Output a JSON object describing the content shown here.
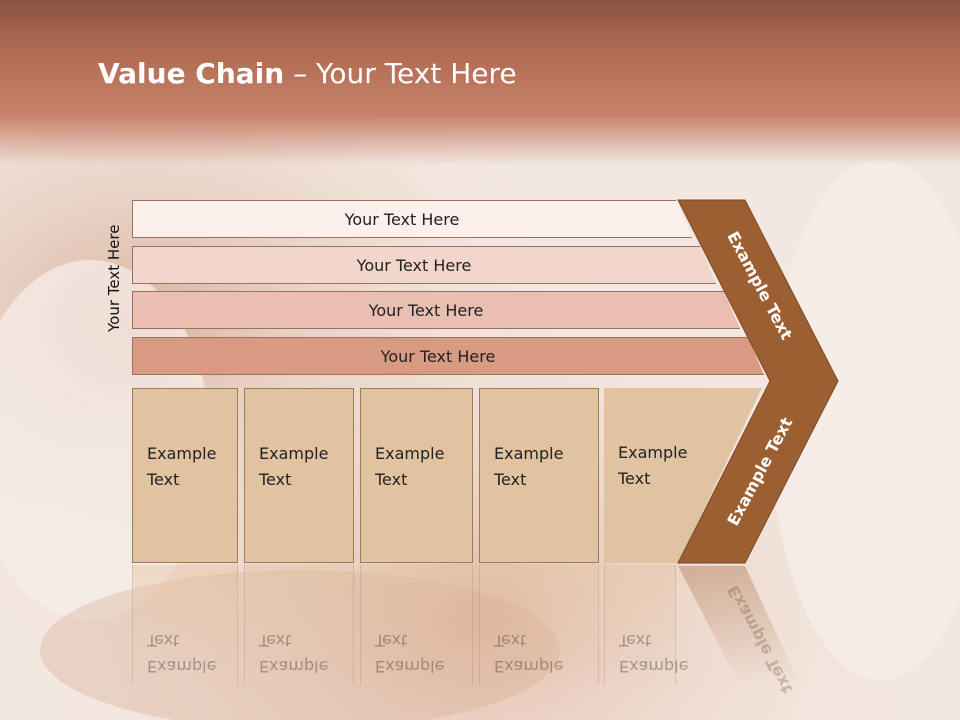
{
  "slide": {
    "title_bold": "Value Chain",
    "title_rest": " – Your Text Here",
    "side_label": "Your Text Here",
    "bands": [
      {
        "label": "Your Text Here"
      },
      {
        "label": "Your Text Here"
      },
      {
        "label": "Your Text Here"
      },
      {
        "label": "Your Text Here"
      }
    ],
    "columns": [
      {
        "line1": "Example",
        "line2": "Text"
      },
      {
        "line1": "Example",
        "line2": "Text"
      },
      {
        "line1": "Example",
        "line2": "Text"
      },
      {
        "line1": "Example",
        "line2": "Text"
      },
      {
        "line1": "Example",
        "line2": "Text"
      }
    ],
    "chevron_top_label": "Example Text",
    "chevron_bottom_label": "Example Text",
    "colors": {
      "banner": "#b46d55",
      "chevron": "#9c5f32",
      "band1": "#fbf0ec",
      "band2": "#f2d5cb",
      "band3": "#e8bfb0",
      "band4": "#d99a82",
      "column": "#e2c3a1"
    }
  }
}
